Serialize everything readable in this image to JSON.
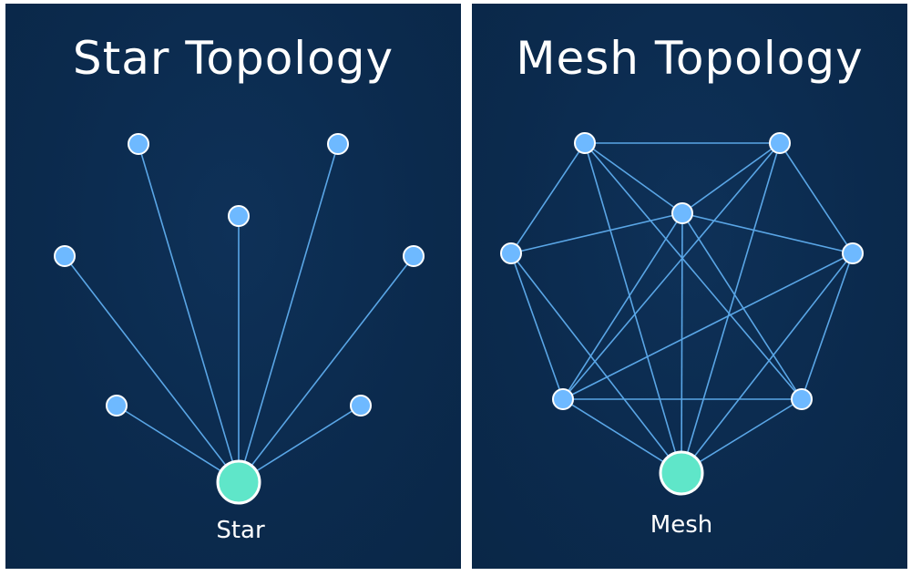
{
  "star_panel": {
    "title": "Star Topology",
    "hub_label": "Star",
    "hub_color": "#5fe6c9",
    "node_color": "#6eb9ff",
    "edge_color": "#5aa6e6"
  },
  "mesh_panel": {
    "title": "Mesh Topology",
    "hub_label": "Mesh",
    "hub_color": "#5fe6c9",
    "node_color": "#6eb9ff",
    "edge_color": "#5aa6e6"
  },
  "background_color": "#0b2a4d"
}
